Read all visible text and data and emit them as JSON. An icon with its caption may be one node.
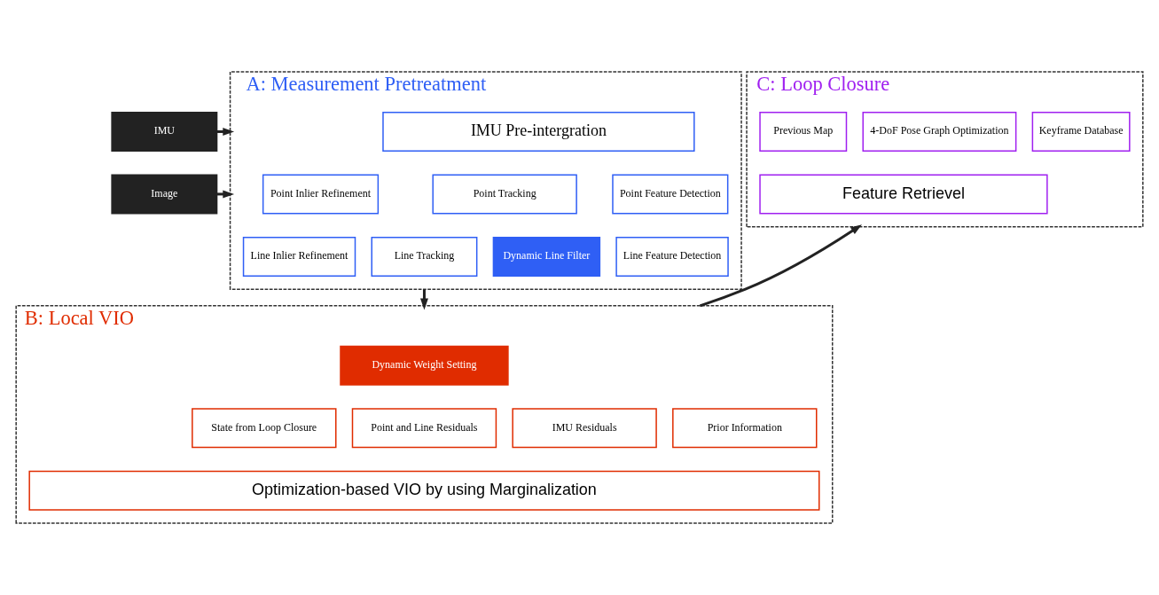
{
  "diagram": {
    "nodes": [
      {
        "text": [
          "IMU"
        ]
      },
      {
        "text": [
          "Image"
        ]
      },
      {
        "text": [
          "A: Measurement Pretreatment"
        ]
      },
      {
        "text": [
          "IMU Pre-intergration"
        ],
        "in": 2
      },
      {
        "text": [
          "Point Inlier Refinement"
        ],
        "in": 2
      },
      {
        "text": [
          "Point Tracking"
        ],
        "in": 2
      },
      {
        "text": [
          "Point Feature Detection"
        ],
        "in": 2
      },
      {
        "text": [
          "Line Inlier Refinement"
        ],
        "in": 2
      },
      {
        "text": [
          "Line Tracking"
        ],
        "in": 2
      },
      {
        "text": [
          "Dynamic Line Filter"
        ],
        "in": 2
      },
      {
        "text": [
          "Line Feature Detection"
        ],
        "in": 2
      },
      {
        "text": [
          "C: Loop Closure"
        ]
      },
      {
        "text": [
          "Previous Map"
        ],
        "in": 11
      },
      {
        "text": [
          "4-DoF Pose Graph Optimization"
        ],
        "in": 11
      },
      {
        "text": [
          "Keyframe Database"
        ],
        "in": 11
      },
      {
        "text": [
          "Feature Retrievel"
        ],
        "in": 11
      },
      {
        "text": [
          "B: Local VIO"
        ]
      },
      {
        "text": [
          "Dynamic Weight Setting"
        ],
        "in": 16
      },
      {
        "text": [
          "State from Loop Closure"
        ],
        "in": 16
      },
      {
        "text": [
          "Point and Line Residuals"
        ],
        "in": 16
      },
      {
        "text": [
          "IMU Residuals"
        ],
        "in": 16
      },
      {
        "text": [
          "Prior Information"
        ],
        "in": 16
      },
      {
        "text": [
          "Optimization-based VIO by using Marginalization"
        ],
        "in": 16
      }
    ],
    "edges": [
      {
        "from": 0,
        "to": 2,
        "arrow": "to"
      },
      {
        "from": 1,
        "to": 2,
        "arrow": "to"
      },
      {
        "from": 2,
        "to": 16,
        "arrow": "to"
      },
      {
        "from": 16,
        "to": 11,
        "arrow": "to"
      }
    ]
  }
}
